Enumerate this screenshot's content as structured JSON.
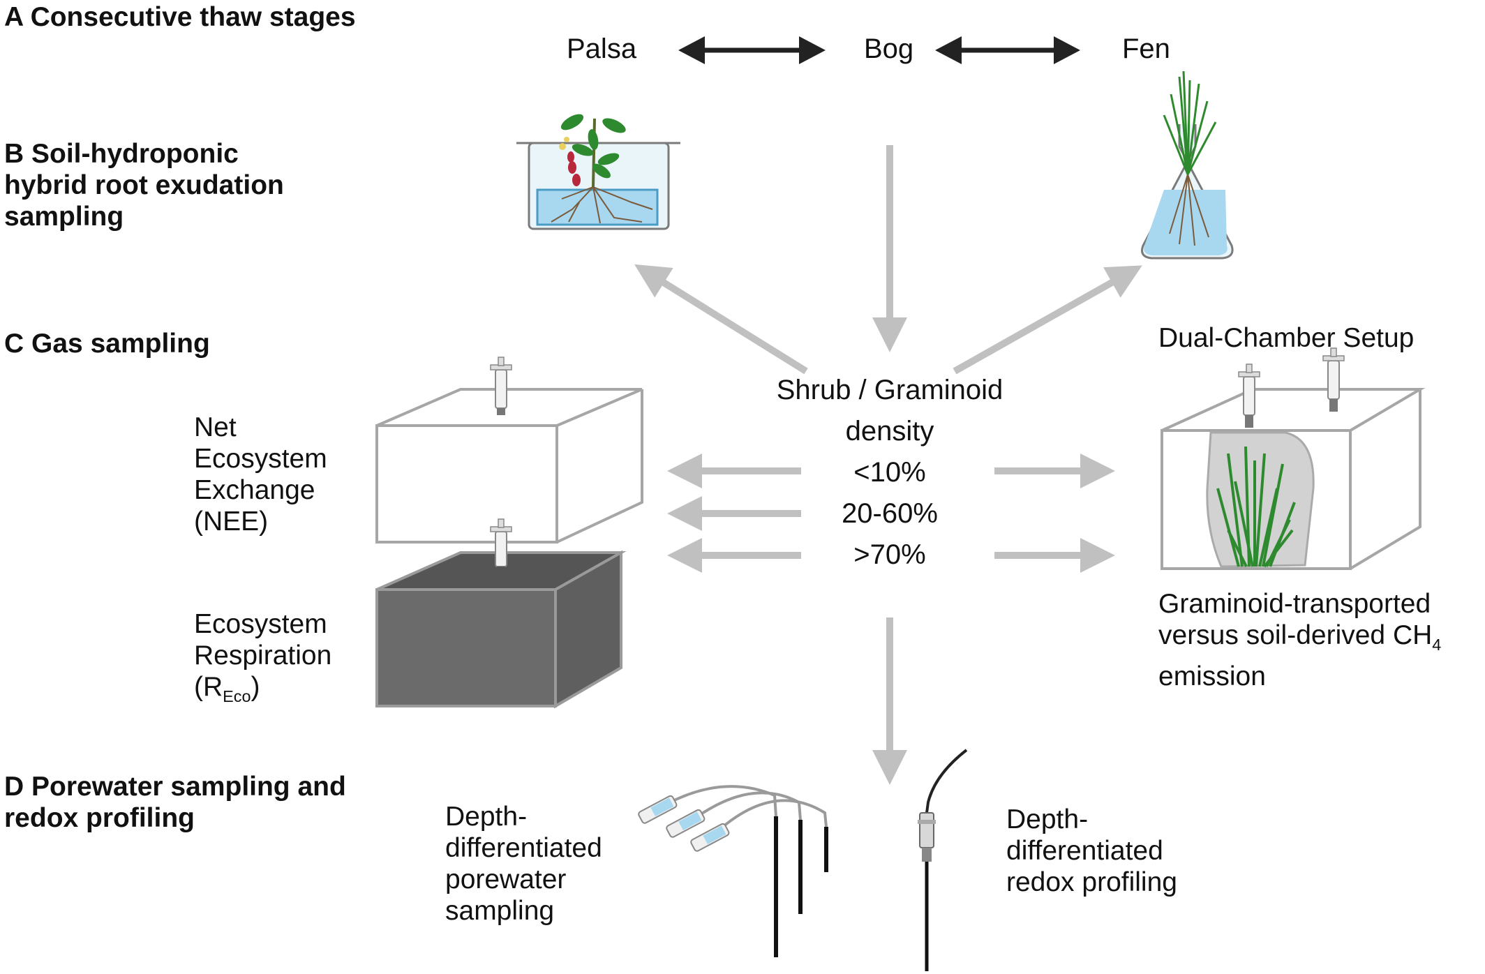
{
  "sections": {
    "a": {
      "letter": "A",
      "title": "Consecutive thaw stages"
    },
    "b": {
      "letter": "B",
      "title_lines": [
        "Soil-hydroponic",
        "hybrid root exudation",
        "sampling"
      ]
    },
    "c": {
      "letter": "C",
      "title": "Gas sampling"
    },
    "d": {
      "letter": "D",
      "title_lines": [
        "Porewater sampling and",
        "redox profiling"
      ]
    }
  },
  "stages": [
    "Palsa",
    "Bog",
    "Fen"
  ],
  "density": {
    "lines": [
      "Shrub / Graminoid",
      "density"
    ],
    "levels": [
      "<10%",
      "20-60%",
      ">70%"
    ]
  },
  "nee": {
    "lines": [
      "Net",
      "Ecosystem",
      "Exchange",
      "(NEE)"
    ]
  },
  "reco": {
    "lines": [
      "Ecosystem",
      "Respiration"
    ],
    "symbol_open": "(R",
    "symbol_sub": "Eco",
    "symbol_close": ")"
  },
  "dual_chamber": {
    "title": "Dual-Chamber Setup",
    "lines": [
      "Graminoid-transported",
      "versus soil-derived CH"
    ],
    "formula_sub": "4",
    "last_line": "emission"
  },
  "porewater": {
    "lines": [
      "Depth-",
      "differentiated",
      "porewater",
      "sampling"
    ]
  },
  "redox": {
    "lines": [
      "Depth-",
      "differentiated",
      "redox profiling"
    ]
  },
  "colors": {
    "arrow_grey": "#c0c0c0",
    "arrow_black": "#222222",
    "dark_chamber": "#6b6b6b",
    "water_blue": "#a8d8ef",
    "plant_green": "#2e8a2e"
  }
}
